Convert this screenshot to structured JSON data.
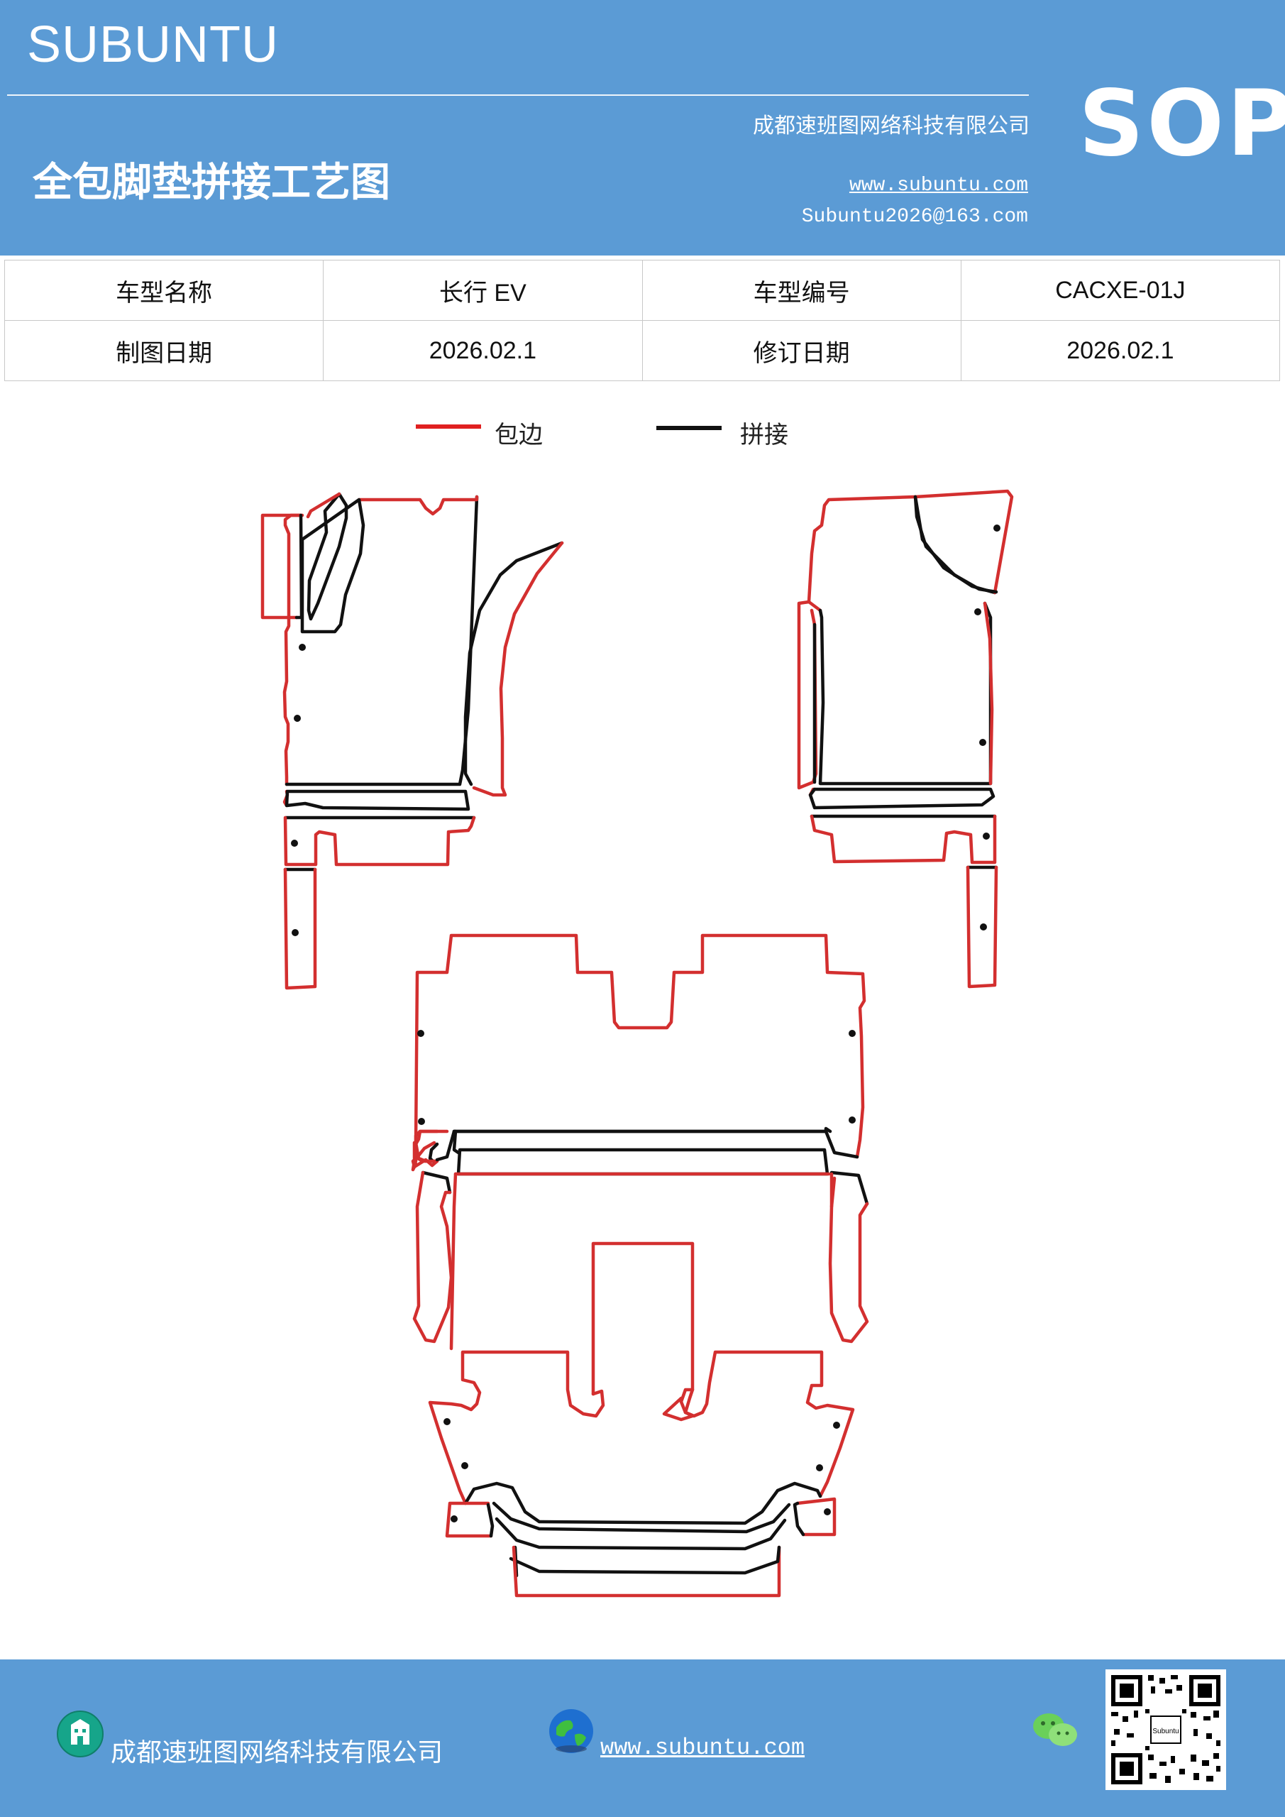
{
  "header": {
    "brand": "SUBUNTU",
    "company": "成都速班图网络科技有限公司",
    "title": "全包脚垫拼接工艺图",
    "website": "www.subuntu.com",
    "email": "Subuntu2026@163.com",
    "doc_type": "SOP"
  },
  "info_table": {
    "rows": [
      {
        "label1": "车型名称",
        "value1": "长行 EV",
        "label2": "车型编号",
        "value2": "CACXE-01J"
      },
      {
        "label1": "制图日期",
        "value1": "2026.02.1",
        "label2": "修订日期",
        "value2": "2026.02.1"
      }
    ]
  },
  "legend": [
    {
      "label": "包边",
      "color": "#e02020"
    },
    {
      "label": "拼接",
      "color": "#111111"
    }
  ],
  "footer": {
    "company": "成都速班图网络科技有限公司",
    "website": "www.subuntu.com"
  },
  "colors": {
    "primary": "#5b9bd5",
    "edge": "#d32f2f",
    "seam": "#111111"
  },
  "icons": [
    "building-icon",
    "globe-icon",
    "wechat-icon",
    "qr-code"
  ]
}
